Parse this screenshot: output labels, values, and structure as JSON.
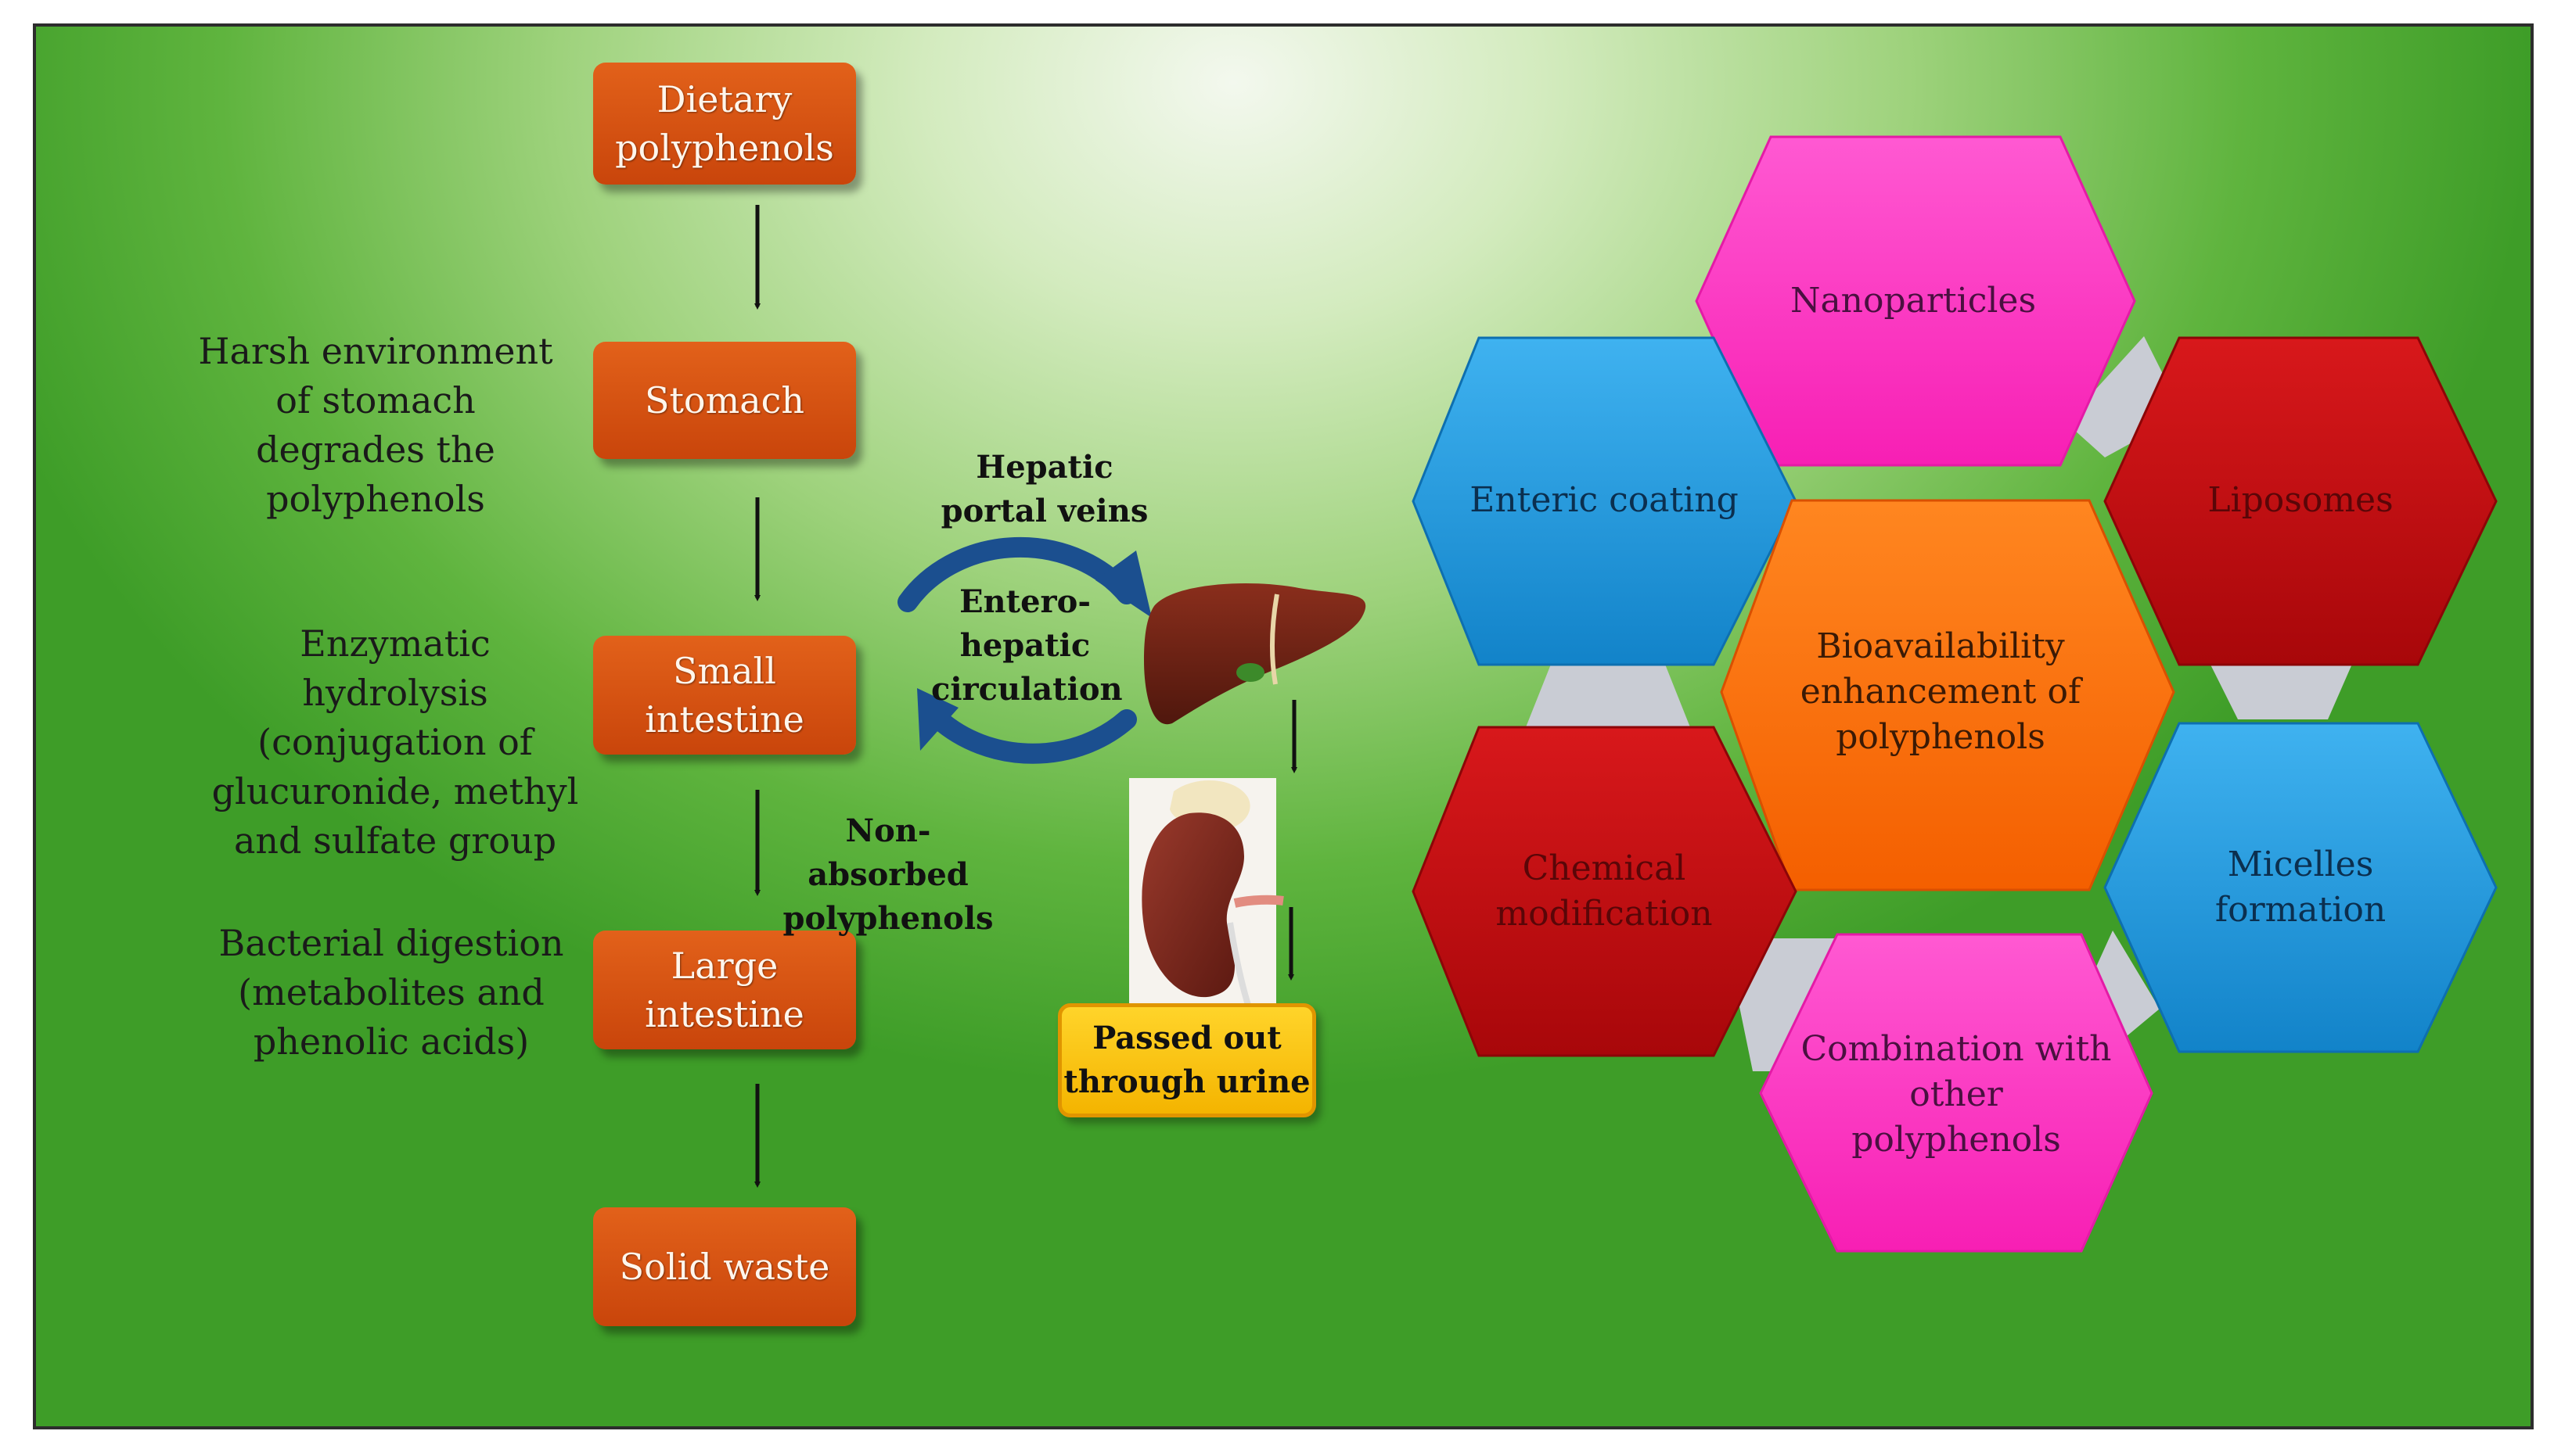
{
  "flow": {
    "boxes": {
      "dietary": "Dietary polyphenols",
      "stomach": "Stomach",
      "small_intestine": "Small intestine",
      "large_intestine": "Large intestine",
      "solid_waste": "Solid waste"
    },
    "notes": {
      "stomach": "Harsh environment of stomach degrades the polyphenols",
      "small_intestine": "Enzymatic hydrolysis (conjugation of glucuronide, methyl and sulfate group",
      "large_intestine": "Bacterial digestion (metabolites and phenolic acids)"
    },
    "non_absorbed": "Non-absorbed polyphenols",
    "hepatic_portal": "Hepatic portal veins",
    "enterohepatic": "Entero-hepatic circulation",
    "urine": "Passed out through urine"
  },
  "hexagons": {
    "center": "Bioavailability enhancement of polyphenols",
    "nanoparticles": "Nanoparticles",
    "enteric": "Enteric coating",
    "liposomes": "Liposomes",
    "chemical": "Chemical modification",
    "micelles": "Micelles formation",
    "combination": "Combination with other polyphenols"
  },
  "colors": {
    "box_orange": "#d4500f",
    "hex_blue": "#1b96dc",
    "hex_magenta": "#ff33c4",
    "hex_red": "#c40f12",
    "hex_orange": "#ff6f0a",
    "arrow_blue": "#1b4f8f",
    "urine_yellow": "#fbc01a"
  }
}
